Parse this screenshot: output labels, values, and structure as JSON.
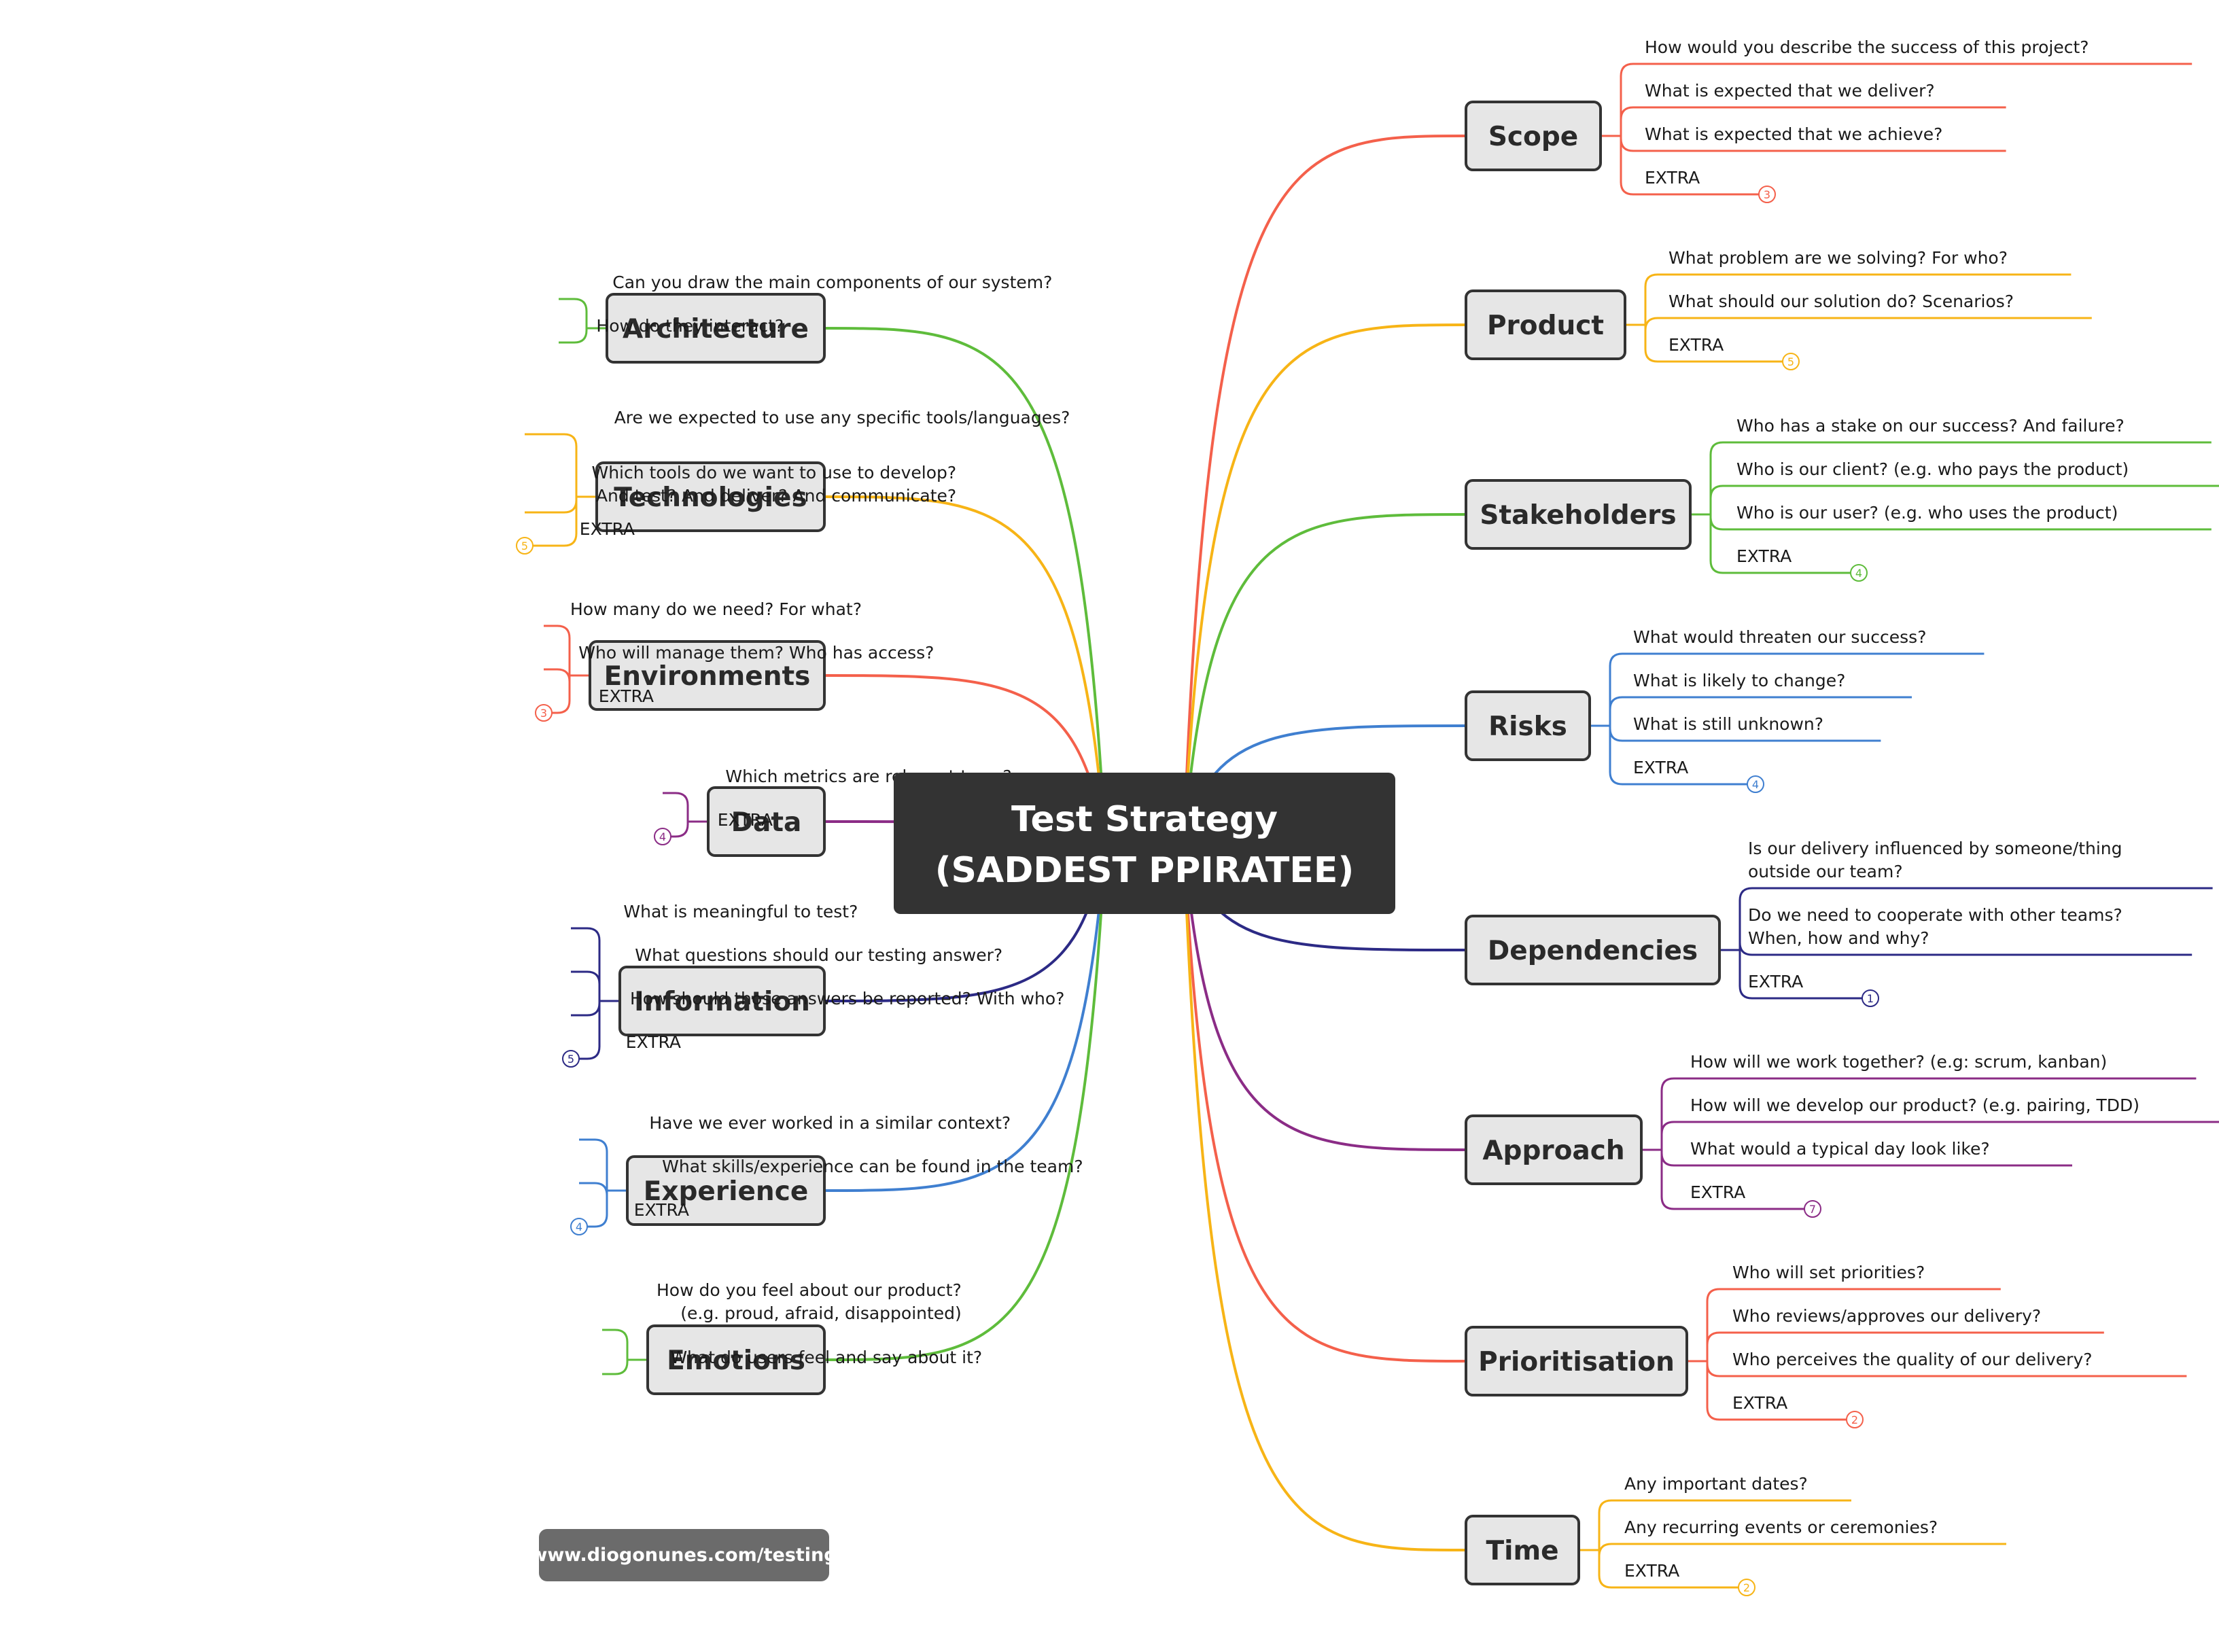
{
  "center": {
    "line1": "Test Strategy",
    "line2": "(SADDEST PPIRATEE)"
  },
  "footer": "www.diogonunes.com/testing",
  "branches": [
    {
      "id": "scope",
      "side": "right",
      "label": "Scope",
      "color": "#f4604b",
      "questions": [
        "How would you describe the success of this project?",
        "What is expected that we deliver?",
        "What is expected that we achieve?"
      ],
      "extra": "EXTRA",
      "count": "3"
    },
    {
      "id": "product",
      "side": "right",
      "label": "Product",
      "color": "#f7b416",
      "questions": [
        "What problem are we solving? For who?",
        "What should our solution do? Scenarios?"
      ],
      "extra": "EXTRA",
      "count": "5"
    },
    {
      "id": "stakeholders",
      "side": "right",
      "label": "Stakeholders",
      "color": "#5ebc3b",
      "questions": [
        "Who has a stake on our success? And failure?",
        "Who is our client? (e.g. who pays the product)",
        "Who is our user? (e.g. who uses the product)"
      ],
      "extra": "EXTRA",
      "count": "4"
    },
    {
      "id": "risks",
      "side": "right",
      "label": "Risks",
      "color": "#3f7fd0",
      "questions": [
        "What would threaten our success?",
        "What is likely to change?",
        "What is still unknown?"
      ],
      "extra": "EXTRA",
      "count": "4"
    },
    {
      "id": "dependencies",
      "side": "right",
      "label": "Dependencies",
      "color": "#2c2a85",
      "questions": [
        "Is our delivery influenced by someone/thing|outside our team?",
        "Do we need to cooperate with other teams?|When, how and why?"
      ],
      "extra": "EXTRA",
      "count": "1"
    },
    {
      "id": "approach",
      "side": "right",
      "label": "Approach",
      "color": "#8b2c86",
      "questions": [
        "How will we work together? (e.g: scrum, kanban)",
        "How will we develop our product? (e.g. pairing, TDD)",
        "What would a typical day look like?"
      ],
      "extra": "EXTRA",
      "count": "7"
    },
    {
      "id": "prioritisation",
      "side": "right",
      "label": "Prioritisation",
      "color": "#f4604b",
      "questions": [
        "Who will set priorities?",
        "Who reviews/approves our delivery?",
        "Who perceives the quality of our delivery?"
      ],
      "extra": "EXTRA",
      "count": "2"
    },
    {
      "id": "time",
      "side": "right",
      "label": "Time",
      "color": "#f7b416",
      "questions": [
        "Any important dates?",
        "Any recurring events or ceremonies?"
      ],
      "extra": "EXTRA",
      "count": "2"
    },
    {
      "id": "architecture",
      "side": "left",
      "label": "Architecture",
      "color": "#5ebc3b",
      "questions": [
        "Can you draw the main components of our system?",
        "How do they interact?"
      ],
      "extra": "",
      "count": ""
    },
    {
      "id": "technologies",
      "side": "left",
      "label": "Technologies",
      "color": "#f7b416",
      "questions": [
        "Are we expected to use any specific tools/languages?",
        "Which tools do we want to use to develop?|And test? And deliver? And communicate?"
      ],
      "extra": "EXTRA",
      "count": "5"
    },
    {
      "id": "environments",
      "side": "left",
      "label": "Environments",
      "color": "#f4604b",
      "questions": [
        "How many do we need? For what?",
        "Who will manage them? Who has access?"
      ],
      "extra": "EXTRA",
      "count": "3"
    },
    {
      "id": "data",
      "side": "left",
      "label": "Data",
      "color": "#8b2c86",
      "questions": [
        "Which metrics are relevant to us?"
      ],
      "extra": "EXTRA",
      "count": "4"
    },
    {
      "id": "information",
      "side": "left",
      "label": "Information",
      "color": "#2c2a85",
      "questions": [
        "What is meaningful to test?",
        "What questions should our testing answer?",
        "How should those answers be reported? With who?"
      ],
      "extra": "EXTRA",
      "count": "5"
    },
    {
      "id": "experience",
      "side": "left",
      "label": "Experience",
      "color": "#3f7fd0",
      "questions": [
        "Have we ever worked in a similar context?",
        "What skills/experience can be found in the team?"
      ],
      "extra": "EXTRA",
      "count": "4"
    },
    {
      "id": "emotions",
      "side": "left",
      "label": "Emotions",
      "color": "#5ebc3b",
      "questions": [
        "How do you feel about our product?|(e.g. proud, afraid, disappointed)",
        "What do users feel and say about it?"
      ],
      "extra": "",
      "count": ""
    }
  ]
}
